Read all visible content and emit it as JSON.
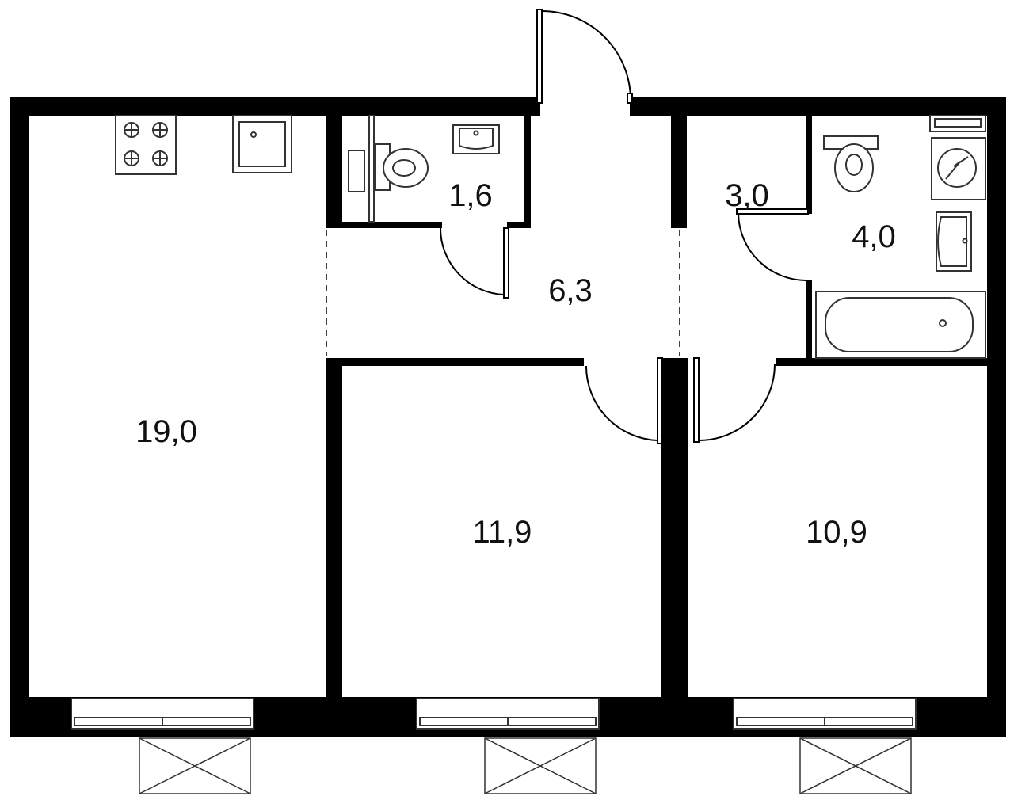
{
  "colors": {
    "wall": "#000000",
    "fixture_stroke": "#333333",
    "background": "#ffffff"
  },
  "rooms": {
    "kitchen_living": {
      "area": "19,0"
    },
    "wc": {
      "area": "1,6"
    },
    "hallway": {
      "area": "6,3"
    },
    "entrance": {
      "area": "3,0"
    },
    "bathroom": {
      "area": "4,0"
    },
    "bedroom_middle": {
      "area": "11,9"
    },
    "bedroom_right": {
      "area": "10,9"
    }
  },
  "icons": {
    "stove": "stove-icon",
    "sink": "kitchen-sink-icon",
    "toilet": "toilet-icon",
    "washbasin": "washbasin-icon",
    "bathtub": "bathtub-icon",
    "boiler": "boiler-icon",
    "window": "window-icon",
    "balcony": "balcony-icon"
  }
}
